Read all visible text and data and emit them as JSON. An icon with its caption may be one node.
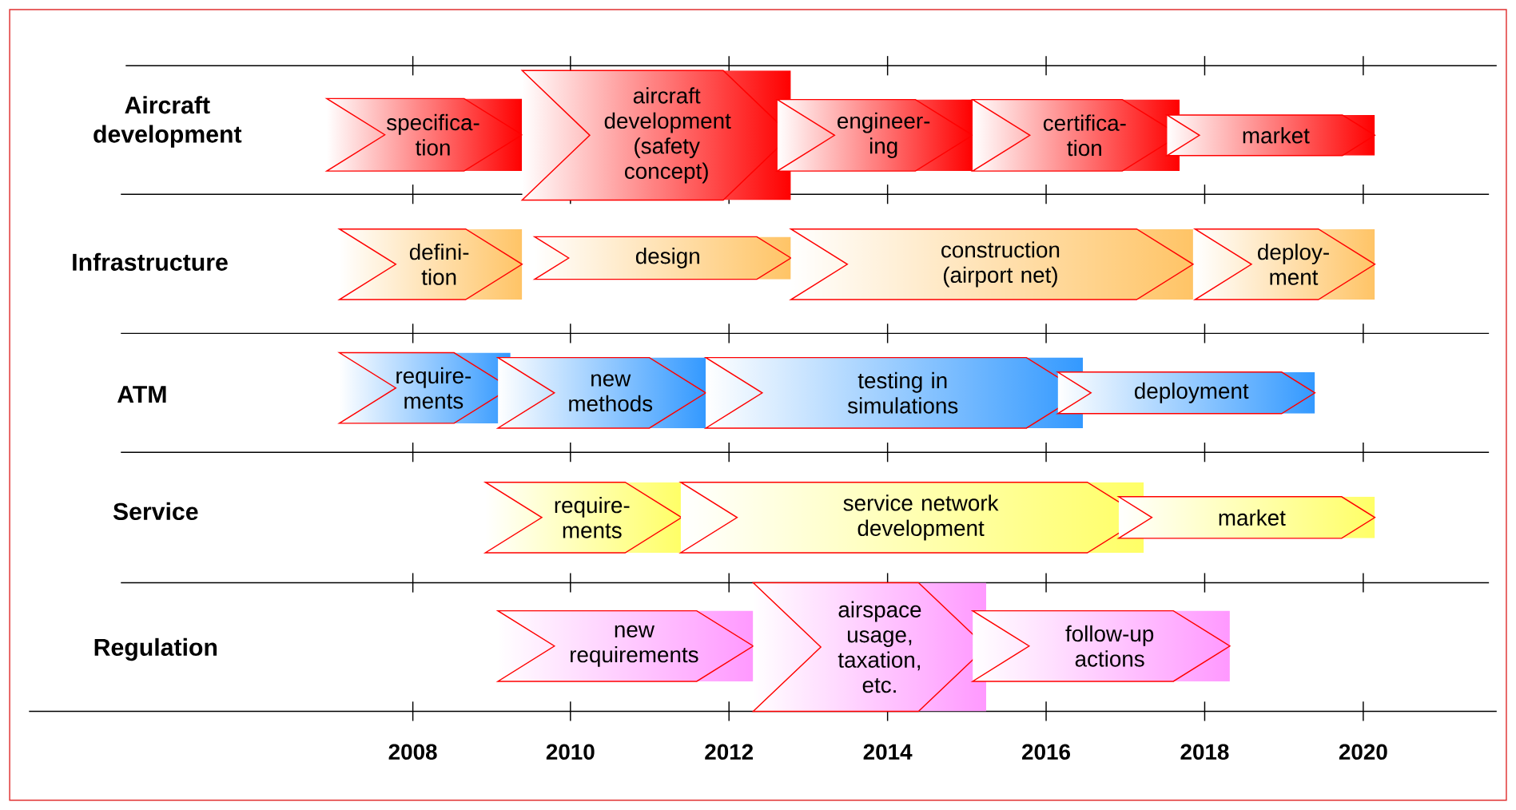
{
  "diagram": {
    "nodes": [
      {
        "text": [
          "specifica- tion"
        ]
      },
      {
        "text": [
          "aircraft development (safety concept)"
        ]
      },
      {
        "text": [
          "engineer- ing"
        ]
      },
      {
        "text": [
          "certifica- tion"
        ]
      },
      {
        "text": [
          "market"
        ]
      },
      {
        "text": [
          "defini- tion"
        ]
      },
      {
        "text": [
          "design"
        ]
      },
      {
        "text": [
          "construction (airport net)"
        ]
      },
      {
        "text": [
          "deploy- ment"
        ]
      },
      {
        "text": [
          "require- ments"
        ]
      },
      {
        "text": [
          "new methods"
        ]
      },
      {
        "text": [
          "testing  in simulations"
        ]
      },
      {
        "text": [
          "deployment"
        ]
      },
      {
        "text": [
          "require- ments"
        ]
      },
      {
        "text": [
          "service network development"
        ]
      },
      {
        "text": [
          "market"
        ]
      },
      {
        "text": [
          "new requirements"
        ]
      },
      {
        "text": [
          "airspace usage, taxation, etc."
        ]
      },
      {
        "text": [
          "follow-up actions"
        ]
      }
    ],
    "labels": [
      "Aircraft development",
      "Infrastructure",
      "ATM",
      "Service",
      "Regulation",
      "2008",
      "2010",
      "2012",
      "2014",
      "2016",
      "2018",
      "2020"
    ]
  }
}
